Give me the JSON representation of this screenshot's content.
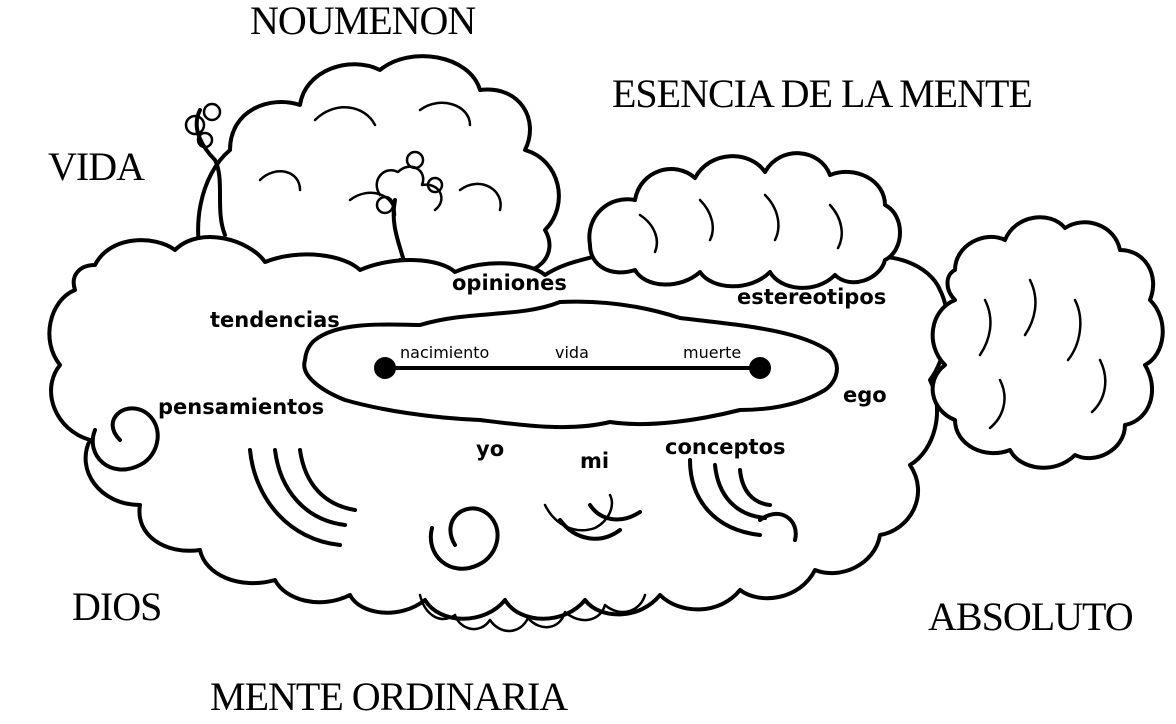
{
  "outer_labels": {
    "top": "NOUMENON",
    "top_right": "ESENCIA DE LA MENTE",
    "left": "VIDA",
    "bottom_left": "DIOS",
    "bottom_right": "ABSOLUTO",
    "bottom": "MENTE ORDINARIA"
  },
  "cloud_words": {
    "opiniones": "opiniones",
    "tendencias": "tendencias",
    "estereotipos": "estereotipos",
    "pensamientos": "pensamientos",
    "ego": "ego",
    "yo": "yo",
    "mi": "mi",
    "conceptos": "conceptos"
  },
  "lifeline": {
    "start": "nacimiento",
    "middle": "vida",
    "end": "muerte"
  }
}
